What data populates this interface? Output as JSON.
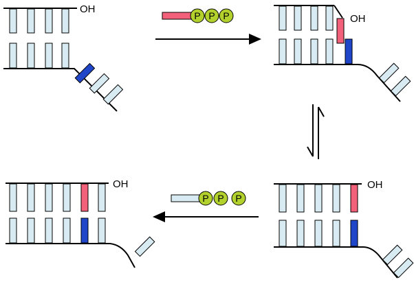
{
  "labels": {
    "hydroxyl": "OH",
    "phosphate": "P"
  },
  "colors": {
    "base": "#d9ebf2",
    "incoming_base": "#f2607a",
    "template_base": "#1f46c8",
    "phosphate": "#b3d12c",
    "strand": "#000000"
  },
  "panels": [
    {
      "id": "initial",
      "label": "OH",
      "note": "primer strand with unpaired template base"
    },
    {
      "id": "nucleotide-bound",
      "label": "OH",
      "note": "incoming nucleotide paired"
    },
    {
      "id": "closed",
      "label": "OH",
      "note": "conformational change"
    },
    {
      "id": "incorporated",
      "label": "OH",
      "note": "after incorporation"
    }
  ],
  "arrows": [
    {
      "id": "binding",
      "reagent": [
        "P",
        "P",
        "P"
      ]
    },
    {
      "id": "equilibrium"
    },
    {
      "id": "release",
      "reagent": [
        "P",
        "P",
        "P"
      ]
    }
  ]
}
